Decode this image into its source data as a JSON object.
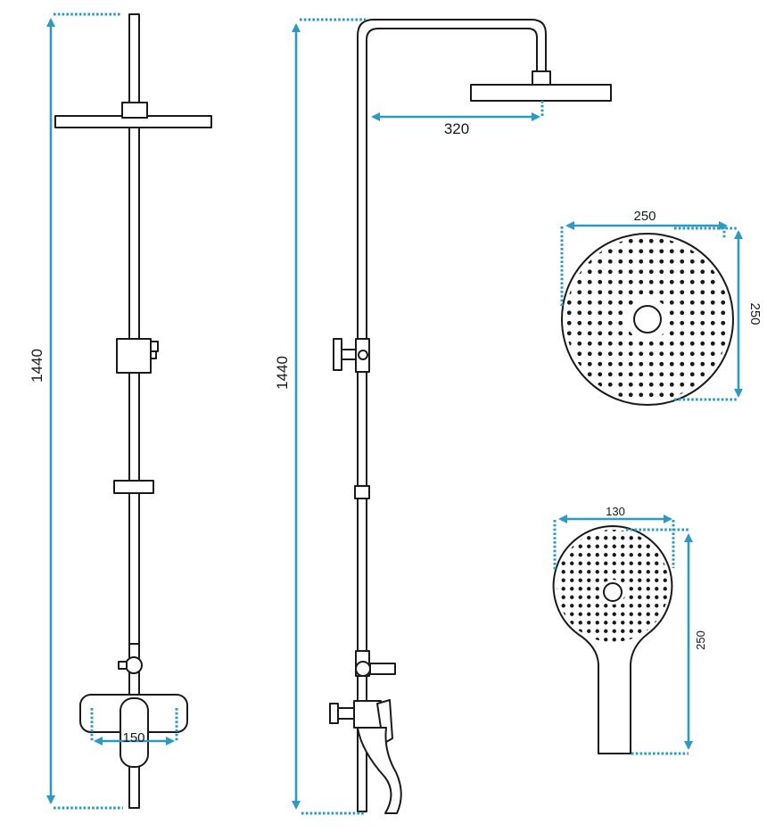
{
  "colors": {
    "dimension": "#2b9bc4",
    "outline": "#1a1a1a",
    "background": "#ffffff"
  },
  "dimensions": {
    "front_height": "1440",
    "side_height": "1440",
    "overhead_reach": "320",
    "mixer_spacing": "150",
    "rain_head_width": "250",
    "rain_head_depth": "250",
    "hand_shower_width": "130",
    "hand_shower_length": "250"
  }
}
